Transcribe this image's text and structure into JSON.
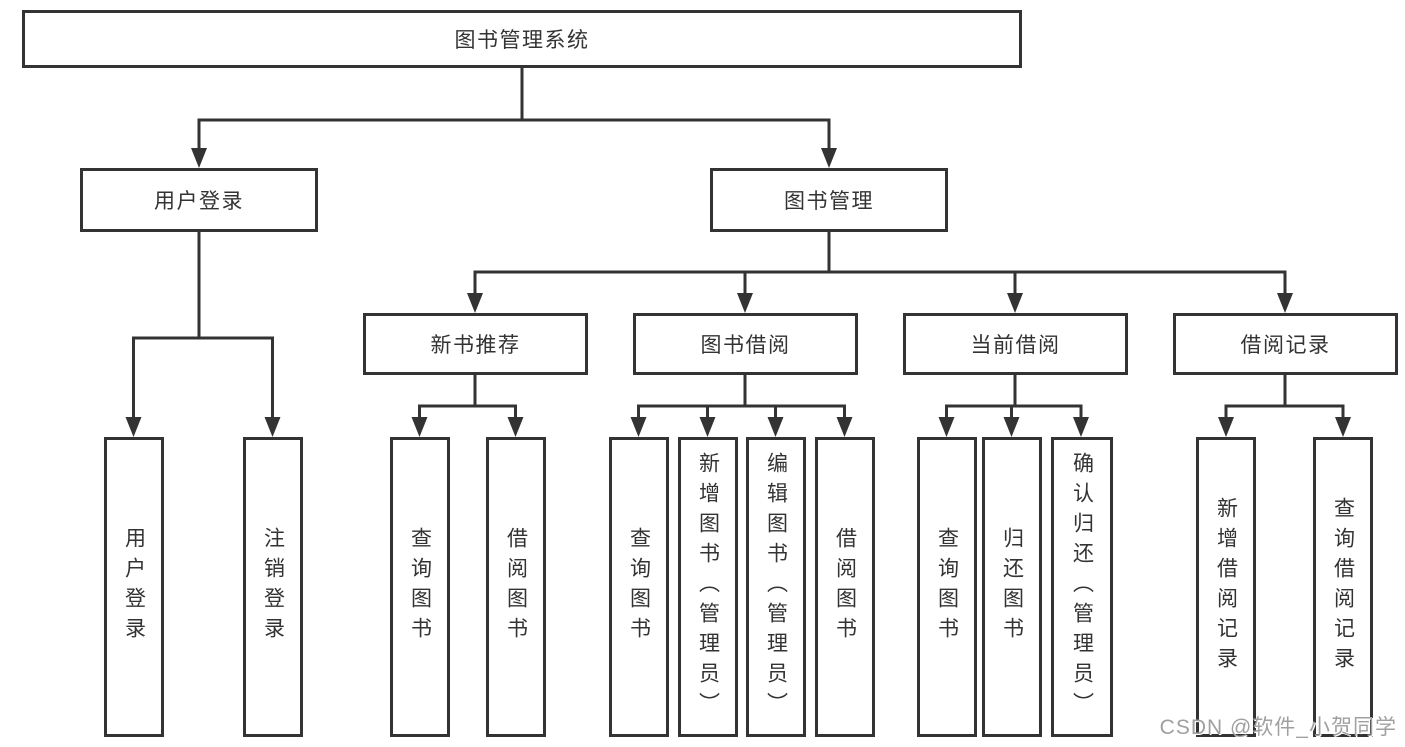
{
  "diagram_title": "图书管理系统",
  "nodes": {
    "root": {
      "label": "图书管理系统"
    },
    "level2": [
      {
        "label": "用户登录"
      },
      {
        "label": "图书管理"
      }
    ],
    "level3": [
      {
        "label": "新书推荐"
      },
      {
        "label": "图书借阅"
      },
      {
        "label": "当前借阅"
      },
      {
        "label": "借阅记录"
      }
    ],
    "leaves": {
      "user_login": [
        {
          "label": "用户登录"
        },
        {
          "label": "注销登录"
        }
      ],
      "new_book_rec": [
        {
          "label": "查询图书"
        },
        {
          "label": "借阅图书"
        }
      ],
      "book_borrow": [
        {
          "label": "查询图书"
        },
        {
          "label": "新增图书（管理员）"
        },
        {
          "label": "编辑图书（管理员）"
        },
        {
          "label": "借阅图书"
        }
      ],
      "current_borrow": [
        {
          "label": "查询图书"
        },
        {
          "label": "归还图书"
        },
        {
          "label": "确认归还（管理员）"
        }
      ],
      "borrow_records": [
        {
          "label": "新增借阅记录"
        },
        {
          "label": "查询借阅记录"
        }
      ]
    }
  },
  "watermark": {
    "text": "CSDN @软件_小贺同学"
  },
  "colors": {
    "line": "#333333",
    "box_border": "#333333",
    "box_background": "#ffffff",
    "text": "#333333",
    "watermark": "#a0a0a0",
    "background": "#ffffff"
  }
}
